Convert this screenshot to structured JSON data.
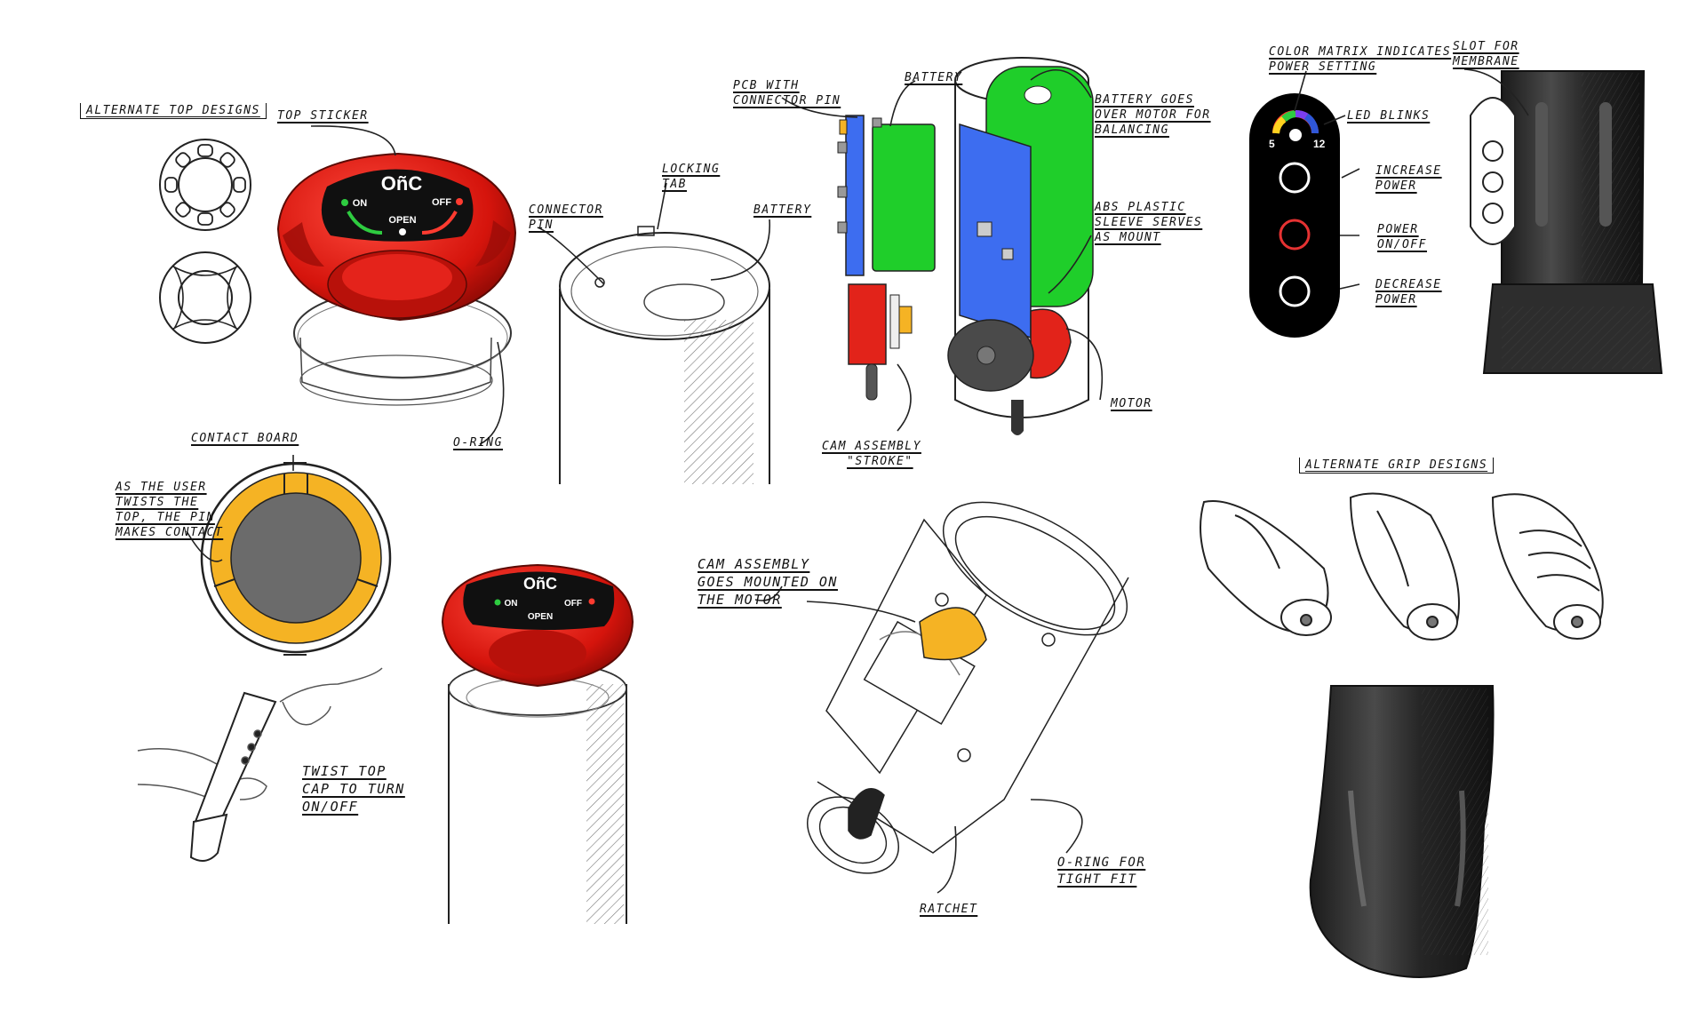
{
  "labels": {
    "alternate_top_designs": "Alternate Top Designs",
    "top_sticker": "Top Sticker",
    "contact_board": "Contact Board",
    "as_user_twists": [
      "As the user",
      "twists the",
      "top, the pin",
      "makes contact"
    ],
    "o_ring": "O-Ring",
    "connector_pin": [
      "Connector",
      "Pin"
    ],
    "locking_tab": [
      "Locking",
      "Tab"
    ],
    "battery_left": "Battery",
    "pcb_connector": [
      "PCB with",
      "connector pin"
    ],
    "battery_top": "Battery",
    "cam_assembly_stroke": [
      "Cam Assembly",
      "\"Stroke\""
    ],
    "battery_goes_over": [
      "Battery goes",
      "over motor for",
      "balancing"
    ],
    "abs_sleeve": [
      "ABS Plastic",
      "sleeve serves",
      "as mount"
    ],
    "motor": "Motor",
    "color_matrix": [
      "Color Matrix indicates",
      "power setting"
    ],
    "slot_membrane": [
      "Slot for",
      "Membrane"
    ],
    "led_blinks": "LED Blinks",
    "increase_power": [
      "Increase",
      "Power"
    ],
    "power_onoff": [
      "Power",
      "On/Off"
    ],
    "decrease_power": [
      "Decrease",
      "Power"
    ],
    "alternate_grip_designs": "Alternate Grip Designs",
    "twist_top": [
      "Twist top",
      "cap to turn",
      "on/off"
    ],
    "cam_goes_mounted": [
      "Cam Assembly",
      "goes mounted on",
      "the motor"
    ],
    "ratchet": "Ratchet",
    "o_ring_tight": [
      "O-Ring for",
      "tight fit"
    ]
  },
  "cap_face": {
    "logo": "OñC",
    "on": "ON",
    "off": "OFF",
    "open": "OPEN"
  },
  "power_panel": {
    "min": "5",
    "max": "12"
  },
  "colors": {
    "red_cap": "#e2231a",
    "battery_green": "#1fce2a",
    "pcb_blue": "#3d6df0",
    "contact_yellow": "#f5b324",
    "board_grey": "#6b6b6b",
    "grip_black": "#2a2a2a",
    "led_red": "#e53232"
  }
}
